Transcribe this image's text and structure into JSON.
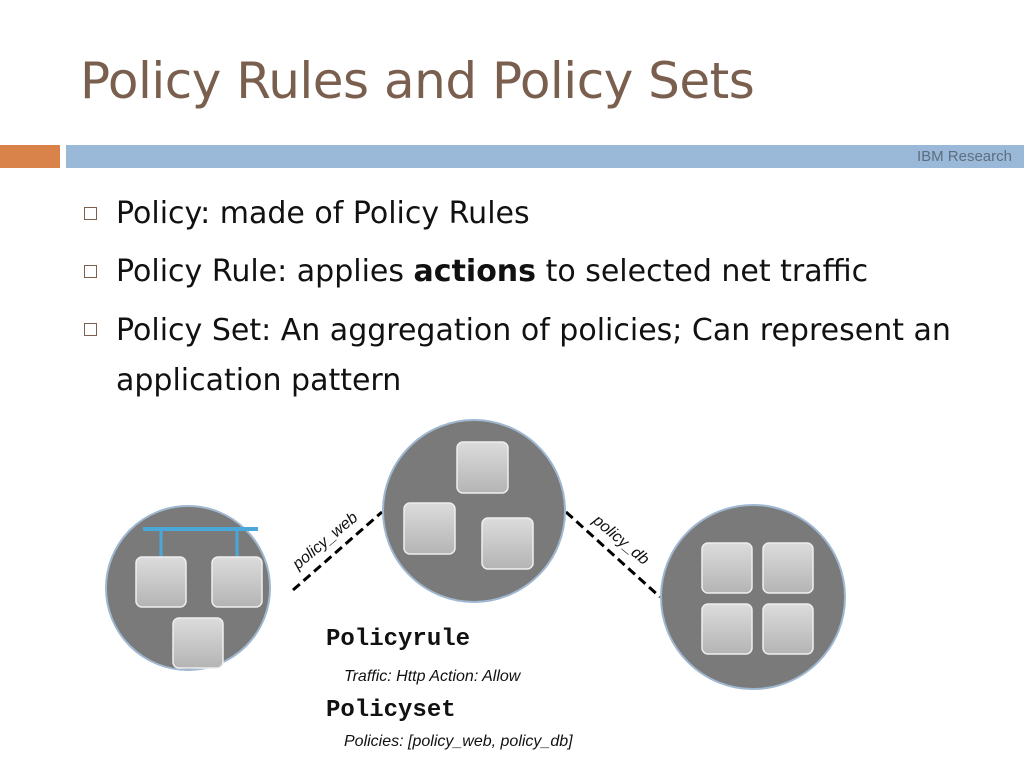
{
  "slide": {
    "title": "Policy Rules and Policy Sets",
    "brand": "IBM Research"
  },
  "bullets": [
    {
      "text": "Policy: made of Policy Rules"
    },
    {
      "before": "Policy Rule: applies ",
      "bold": "actions",
      "after": " to selected net traffic"
    },
    {
      "text": "Policy Set: An aggregation of policies; Can represent an application pattern"
    }
  ],
  "diagram": {
    "link_left_label": "policy_web",
    "link_right_label": "policy_db",
    "colors": {
      "circle": "#7a7a7a",
      "circle_border": "#9fb7d1",
      "node": "#c4c4c4",
      "switch_line": "#4aa8d8"
    }
  },
  "policy": {
    "rule_title": "Policyrule",
    "rule_desc": "Traffic: Http  Action: Allow",
    "set_title": "Policyset",
    "set_desc": "Policies: [policy_web, policy_db]"
  }
}
